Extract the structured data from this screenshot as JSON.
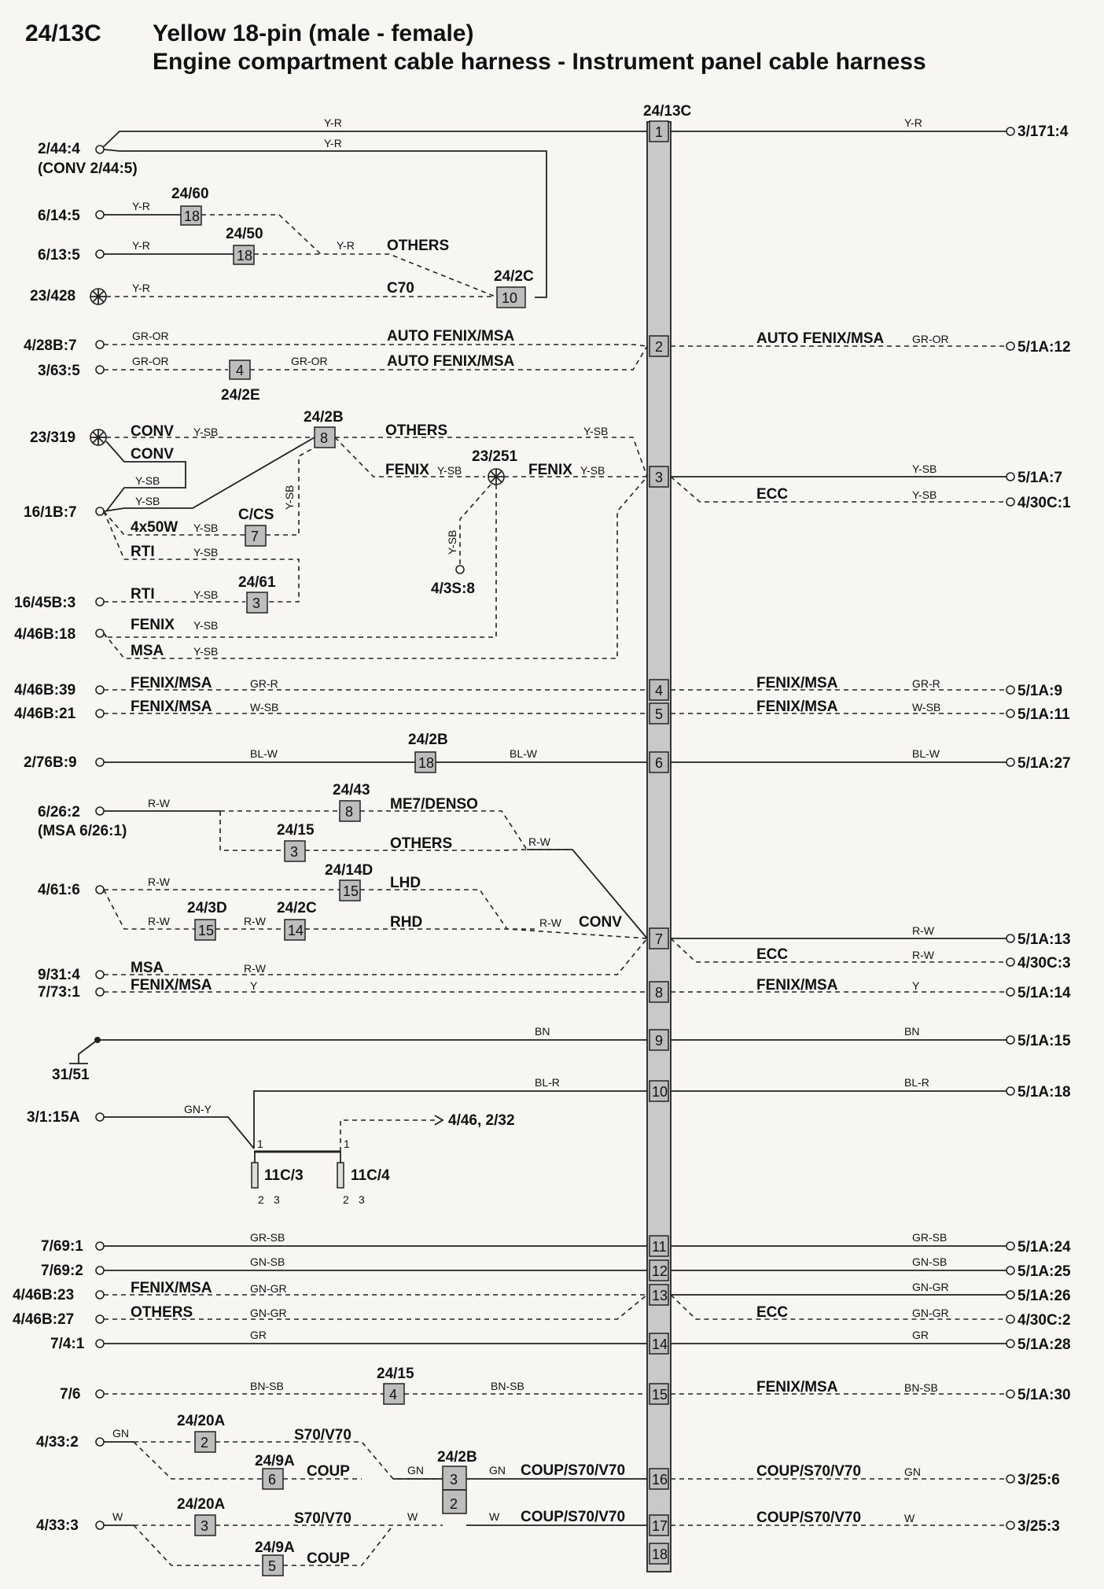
{
  "header": {
    "code": "24/13C",
    "title": "Yellow 18-pin (male - female)",
    "subtitle": "Engine compartment cable harness - Instrument panel cable harness"
  },
  "connector": {
    "label": "24/13C",
    "pins": [
      "1",
      "2",
      "3",
      "4",
      "5",
      "6",
      "7",
      "8",
      "9",
      "10",
      "11",
      "12",
      "13",
      "14",
      "15",
      "16",
      "17",
      "18"
    ]
  },
  "left_terminals": {
    "t2_44_4": "2/44:4",
    "t2_44_5": "(CONV 2/44:5)",
    "t6_14_5": "6/14:5",
    "t6_13_5": "6/13:5",
    "t23_428": "23/428",
    "t4_28b_7": "4/28B:7",
    "t3_63_5": "3/63:5",
    "t23_319": "23/319",
    "t16_1b_7": "16/1B:7",
    "t16_45b_3": "16/45B:3",
    "t4_46b_18": "4/46B:18",
    "t4_46b_39": "4/46B:39",
    "t4_46b_21": "4/46B:21",
    "t2_76b_9": "2/76B:9",
    "t6_26_2": "6/26:2",
    "t6_26_1": "(MSA 6/26:1)",
    "t4_61_6": "4/61:6",
    "t9_31_4": "9/31:4",
    "t7_73_1": "7/73:1",
    "t31_51": "31/51",
    "t3_1_15a": "3/1:15A",
    "t7_69_1": "7/69:1",
    "t7_69_2": "7/69:2",
    "t4_46b_23": "4/46B:23",
    "t4_46b_27": "4/46B:27",
    "t7_4_1": "7/4:1",
    "t7_6": "7/6",
    "t4_33_2": "4/33:2",
    "t4_33_3": "4/33:3"
  },
  "right_terminals": {
    "r1": "3/171:4",
    "r2": "5/1A:12",
    "r3": "5/1A:7",
    "r3b": "4/30C:1",
    "r4": "5/1A:9",
    "r5": "5/1A:11",
    "r6": "5/1A:27",
    "r7": "5/1A:13",
    "r7b": "4/30C:3",
    "r8": "5/1A:14",
    "r9": "5/1A:15",
    "r10": "5/1A:18",
    "r11": "5/1A:24",
    "r12": "5/1A:25",
    "r13": "5/1A:26",
    "r13b": "4/30C:2",
    "r14": "5/1A:28",
    "r15": "5/1A:30",
    "r16": "3/25:6",
    "r17": "3/25:3"
  },
  "splice_labels": {
    "s24_60": "24/60",
    "s24_50": "24/50",
    "s24_2c_a": "24/2C",
    "s24_2e": "24/2E",
    "s24_2b_a": "24/2B",
    "s23_251": "23/251",
    "s4_3s_8": "4/3S:8",
    "s_ccs": "C/CS",
    "s24_61": "24/61",
    "s24_2b_b": "24/2B",
    "s24_43": "24/43",
    "s24_15_a": "24/15",
    "s24_14d": "24/14D",
    "s24_3d": "24/3D",
    "s24_2c_b": "24/2C",
    "s24_15_b": "24/15",
    "s24_20a_a": "24/20A",
    "s24_9a_a": "24/9A",
    "s24_2b_c": "24/2B",
    "s24_20a_b": "24/20A",
    "s24_9a_b": "24/9A",
    "s11c3": "11C/3",
    "s11c4": "11C/4",
    "s_ref": "4/46, 2/32"
  },
  "box_numbers": {
    "b18a": "18",
    "b18b": "18",
    "b10": "10",
    "b4": "4",
    "b8a": "8",
    "b7": "7",
    "b3a": "3",
    "b18c": "18",
    "b8b": "8",
    "b3b": "3",
    "b15a": "15",
    "b15b": "15",
    "b14": "14",
    "b4b": "4",
    "b2": "2",
    "b6": "6",
    "b3c": "3",
    "b5": "5",
    "b3d": "3",
    "b2d": "2"
  },
  "variants": {
    "conv": "CONV",
    "others": "OTHERS",
    "c70": "C70",
    "auto_fenix_msa": "AUTO FENIX/MSA",
    "fenix": "FENIX",
    "ecc": "ECC",
    "x4x50w": "4x50W",
    "rti": "RTI",
    "msa": "MSA",
    "fenix_msa": "FENIX/MSA",
    "me7_denso": "ME7/DENSO",
    "lhd": "LHD",
    "rhd": "RHD",
    "s70_v70": "S70/V70",
    "coup": "COUP",
    "coup_s70_v70": "COUP/S70/V70"
  },
  "wire_colors": {
    "y_r": "Y-R",
    "gr_or": "GR-OR",
    "y_sb": "Y-SB",
    "gr_r": "GR-R",
    "w_sb": "W-SB",
    "bl_w": "BL-W",
    "r_w": "R-W",
    "y": "Y",
    "bn": "BN",
    "bl_r": "BL-R",
    "gn_y": "GN-Y",
    "gr_sb": "GR-SB",
    "gn_sb": "GN-SB",
    "gn_gr": "GN-GR",
    "gr": "GR",
    "bn_sb": "BN-SB",
    "gn": "GN",
    "w": "W",
    "n1": "1",
    "n2": "2",
    "n3": "3"
  },
  "colors": {
    "connector_fill": "#bdbdbd",
    "line": "#222222",
    "background": "#f7f6f3"
  }
}
